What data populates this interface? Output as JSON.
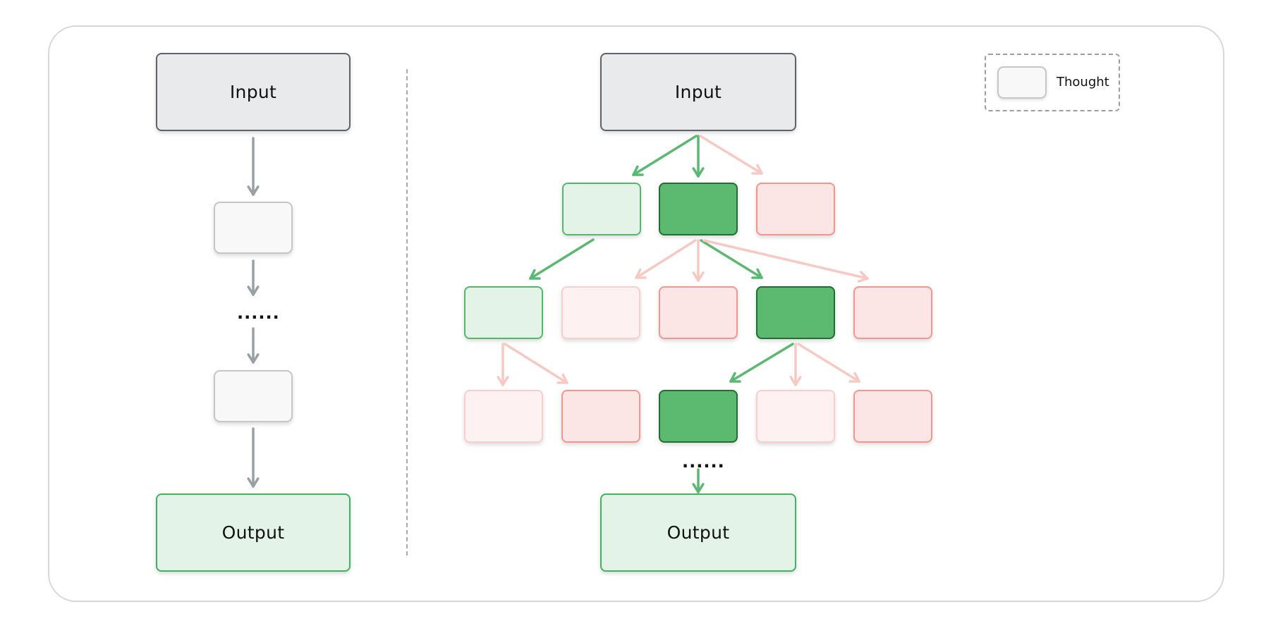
{
  "left": {
    "input_label": "Input",
    "output_label": "Output",
    "dots": "......"
  },
  "right": {
    "input_label": "Input",
    "output_label": "Output",
    "dots": "......"
  },
  "legend": {
    "label": "Thought"
  },
  "colors": {
    "green_edge": "#5bb872",
    "red_edge": "#f7c9c3",
    "gray_edge": "#9aa0a6"
  }
}
